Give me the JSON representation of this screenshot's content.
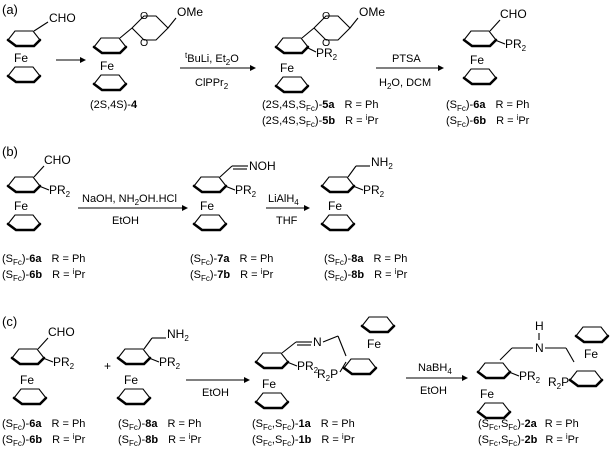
{
  "sections": {
    "a": {
      "label": "(a)"
    },
    "b": {
      "label": "(b)"
    },
    "c": {
      "label": "(c)"
    }
  },
  "atoms": {
    "cho": "CHO",
    "fe": "Fe",
    "ome": "OMe",
    "o": "O",
    "pr2": "PR",
    "pr2_sub": "2",
    "r2p_pre": "R",
    "r2p_sub": "2",
    "r2p_post": "P",
    "noh": "NOH",
    "nh2": "NH",
    "nh2_sub": "2",
    "n": "N",
    "h": "H"
  },
  "reagents": {
    "a1_line1_pre": "t",
    "a1_line1_post": "BuLi, Et",
    "a1_line1_sub": "2",
    "a1_line1_end": "O",
    "a1_line2": "ClPPr",
    "a1_line2_sub": "2",
    "a2_line1": "PTSA",
    "a2_line2_pre": "H",
    "a2_line2_sub": "2",
    "a2_line2_post": "O, DCM",
    "b1_line1": "NaOH, NH",
    "b1_line1_sub": "2",
    "b1_line1_post": "OH.HCl",
    "b1_line2": "EtOH",
    "b2_line1": "LiAlH",
    "b2_line1_sub": "4",
    "b2_line2": "THF",
    "c1_line": "EtOH",
    "c2_line1": "NaBH",
    "c2_line1_sub": "4",
    "c2_line2": "EtOH",
    "plus": "+"
  },
  "labels": {
    "a_4": {
      "stereo": "(2S,4S)-",
      "num": "4"
    },
    "a_5a": {
      "stereo": "(2S,4S,S",
      "fc": "Fc",
      "close": ")-",
      "num": "5a",
      "r": "R = Ph"
    },
    "a_5b": {
      "stereo": "(2S,4S,S",
      "fc": "Fc",
      "close": ")-",
      "num": "5b",
      "r": "R = ",
      "ipr": "Pr"
    },
    "a_6a": {
      "open": "(S",
      "fc": "Fc",
      "close": ")-",
      "num": "6a",
      "r": "R = Ph"
    },
    "a_6b": {
      "open": "(S",
      "fc": "Fc",
      "close": ")-",
      "num": "6b",
      "r": "R = ",
      "ipr": "Pr"
    },
    "b_6a": {
      "open": "(S",
      "fc": "Fc",
      "close": ")-",
      "num": "6a",
      "r": "R = Ph"
    },
    "b_6b": {
      "open": "(S",
      "fc": "Fc",
      "close": ")-",
      "num": "6b",
      "r": "R = ",
      "ipr": "Pr"
    },
    "b_7a": {
      "open": "(S",
      "fc": "Fc",
      "close": ")-",
      "num": "7a",
      "r": "R = Ph"
    },
    "b_7b": {
      "open": "(S",
      "fc": "Fc",
      "close": ")-",
      "num": "7b",
      "r": "R = ",
      "ipr": "Pr"
    },
    "b_8a": {
      "open": "(S",
      "fc": "Fc",
      "close": ")-",
      "num": "8a",
      "r": "R = Ph"
    },
    "b_8b": {
      "open": "(S",
      "fc": "Fc",
      "close": ")-",
      "num": "8b",
      "r": "R = ",
      "ipr": "Pr"
    },
    "c_6a": {
      "open": "(S",
      "fc": "Fc",
      "close": ")-",
      "num": "6a",
      "r": "R = Ph"
    },
    "c_6b": {
      "open": "(S",
      "fc": "Fc",
      "close": ")-",
      "num": "6b",
      "r": "R = ",
      "ipr": "Pr"
    },
    "c_8a": {
      "open": "(S",
      "fc": "Fc",
      "close": ")-",
      "num": "8a",
      "r": "R = Ph"
    },
    "c_8b": {
      "open": "(S",
      "fc": "Fc",
      "close": ")-",
      "num": "8b",
      "r": "R = ",
      "ipr": "Pr"
    },
    "c_1a": {
      "open": "(S",
      "fc": "Fc",
      "mid": ",S",
      "fc2": "Fc",
      "close": ")-",
      "num": "1a",
      "r": "R = Ph"
    },
    "c_1b": {
      "open": "(S",
      "fc": "Fc",
      "mid": ",S",
      "fc2": "Fc",
      "close": ")-",
      "num": "1b",
      "r": "R = ",
      "ipr": "Pr"
    },
    "c_2a": {
      "open": "(S",
      "fc": "Fc",
      "mid": ",S",
      "fc2": "Fc",
      "close": ")-",
      "num": "2a",
      "r": "R = Ph"
    },
    "c_2b": {
      "open": "(S",
      "fc": "Fc",
      "mid": ",S",
      "fc2": "Fc",
      "close": ")-",
      "num": "2b",
      "r": "R = ",
      "ipr": "Pr"
    }
  }
}
